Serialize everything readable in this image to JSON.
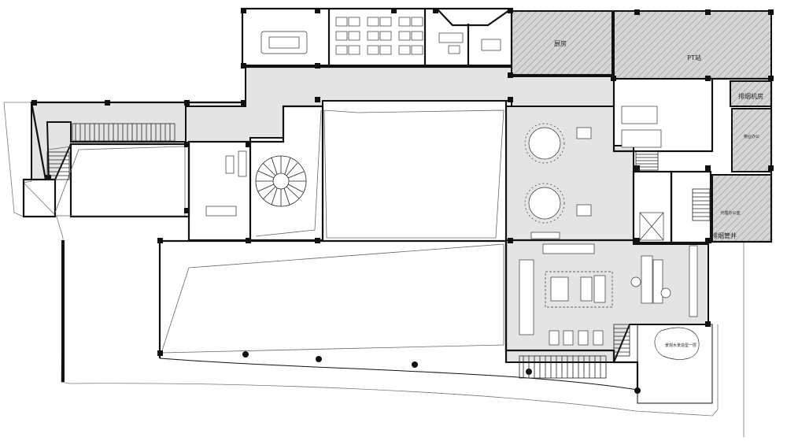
{
  "labels": {
    "kitchen": "厨房",
    "pt_station": "PT站",
    "exhaust_room": "排烟机房",
    "security_office": "物业办公",
    "property_office": "代理办公室",
    "exhaust_shaft": "排烟管井",
    "landscape_note": "景观水景造型一层"
  },
  "colors": {
    "wall": "#111111",
    "corridor_fill": "#e4e4e4",
    "hatch": "#9a9a9a",
    "line": "#555555"
  }
}
